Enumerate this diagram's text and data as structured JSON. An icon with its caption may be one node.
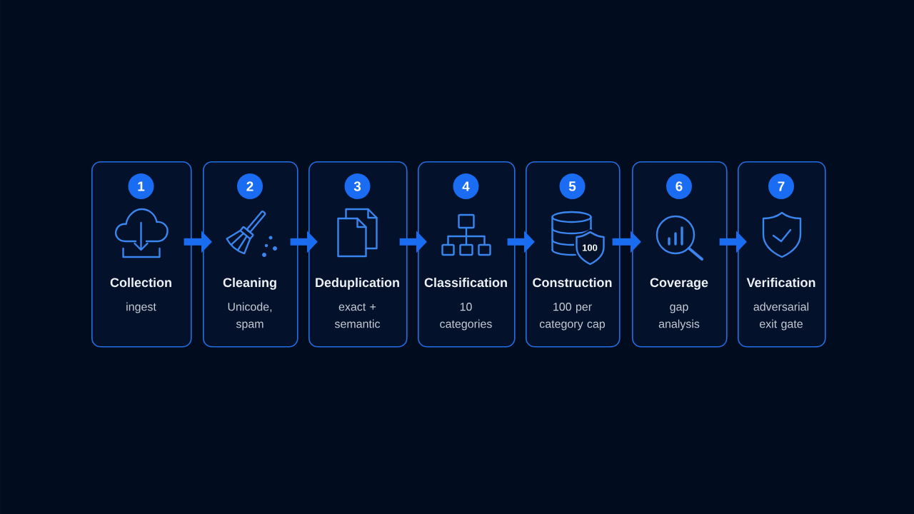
{
  "diagram": {
    "nodes": [
      {
        "text": [
          "Collection",
          "ingest"
        ]
      },
      {
        "text": [
          "1"
        ],
        "in": 0
      },
      {
        "text": [
          "Cleaning",
          "Unicode, spam"
        ]
      },
      {
        "text": [
          "2"
        ],
        "in": 2
      },
      {
        "text": [
          "Deduplication",
          "exact + semantic"
        ]
      },
      {
        "text": [
          "3"
        ],
        "in": 4
      },
      {
        "text": [
          "Classification",
          "10 categories"
        ]
      },
      {
        "text": [
          "4"
        ],
        "in": 6
      },
      {
        "text": [
          "Construction",
          "100 per category cap"
        ]
      },
      {
        "text": [
          "5"
        ],
        "in": 8
      },
      {
        "text": [
          "Coverage",
          "gap analysis"
        ]
      },
      {
        "text": [
          "6"
        ],
        "in": 10
      },
      {
        "text": [
          "Verification",
          "adversarial exit gate"
        ]
      },
      {
        "text": [
          "7"
        ],
        "in": 12
      }
    ],
    "edges": [
      {
        "from": 0,
        "to": 2,
        "arrow": "to"
      },
      {
        "from": 2,
        "to": 4,
        "arrow": "to"
      },
      {
        "from": 4,
        "to": 6,
        "arrow": "to"
      },
      {
        "from": 6,
        "to": 8,
        "arrow": "to"
      },
      {
        "from": 8,
        "to": 10,
        "arrow": "to"
      },
      {
        "from": 10,
        "to": 12,
        "arrow": "to"
      }
    ],
    "labels": [
      "100"
    ]
  }
}
